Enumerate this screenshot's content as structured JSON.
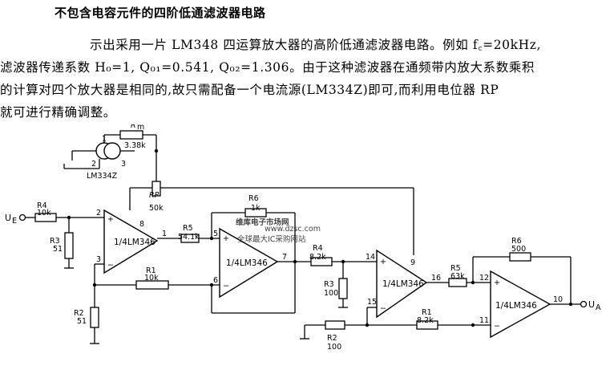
{
  "title": "不包含电容元件的四阶低通滤波器电路",
  "paragraph": {
    "line1": "示出采用一片 LM348 四运算放大器的高阶低通滤波器电路。例如 f꜀=20kHz,",
    "line2": "滤波器传递系数 H₀=1, Q₀₁=0.541, Q₀₂=1.306。由于这种滤波器在通频带内放大系数乘积",
    "line3": "的计算对四个放大器是相同的,故只需配备一个电流源(LM334Z)即可,而利用电位器 RP",
    "line4": "就可进行精确调整。"
  },
  "circuit": {
    "input_label": "U",
    "input_sub": "E",
    "output_label": "U",
    "output_sub": "A",
    "current_source": {
      "name": "LM334Z",
      "pin1": "1",
      "pin2": "2",
      "pin3": "3"
    },
    "components": {
      "R4a": {
        "name": "R4",
        "value": "10k"
      },
      "R3a": {
        "name": "R3",
        "value": "51"
      },
      "R2a": {
        "name": "R2",
        "value": "51"
      },
      "R1a": {
        "name": "R1",
        "value": "10k"
      },
      "R5a": {
        "name": "R5",
        "value": "54.1k"
      },
      "R6a": {
        "name": "R6",
        "value": "1k"
      },
      "Rm": {
        "name": "R",
        "sub": "m",
        "value": "3.38k"
      },
      "RP": {
        "name": "RP",
        "value": "50k"
      },
      "R4b": {
        "name": "R4",
        "value": "8.2k"
      },
      "R3b": {
        "name": "R3",
        "value": "100"
      },
      "R2b": {
        "name": "R2",
        "value": "100"
      },
      "R1b": {
        "name": "R1",
        "value": "8.2k"
      },
      "R5b": {
        "name": "R5",
        "value": "63k"
      },
      "R6b": {
        "name": "R6",
        "value": "500"
      }
    },
    "opamps": [
      {
        "label": "1/4LM346",
        "pins": [
          "2",
          "3",
          "8",
          "1"
        ]
      },
      {
        "label": "1/4LM346",
        "pins": [
          "5",
          "6",
          "7"
        ]
      },
      {
        "label": "1/4LM346",
        "pins": [
          "14",
          "15",
          "9",
          "16"
        ]
      },
      {
        "label": "1/4LM346",
        "pins": [
          "12",
          "11",
          "10"
        ]
      }
    ]
  },
  "watermark": {
    "main": "维库电子市场网",
    "url": "www.dzsc.com",
    "sub": "全球最大IC采购网站"
  }
}
